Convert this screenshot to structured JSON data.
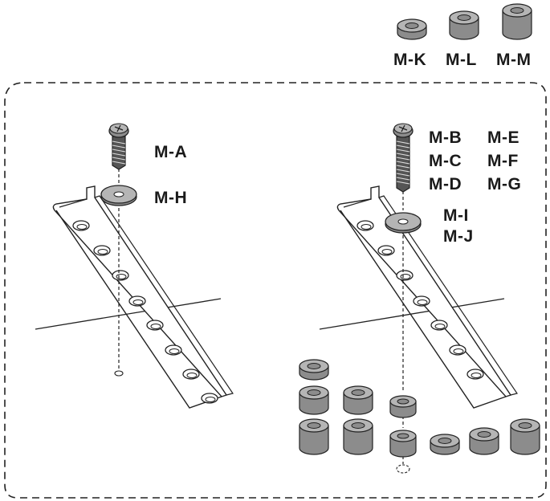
{
  "hardware_labels": {
    "spacer_small": "M-K",
    "spacer_medium": "M-L",
    "spacer_large": "M-M",
    "left_screw": "M-A",
    "left_washer": "M-H",
    "right_screw_col1": [
      "M-B",
      "M-C",
      "M-D"
    ],
    "right_screw_col2": [
      "M-E",
      "M-F",
      "M-G"
    ],
    "right_washers": [
      "M-I",
      "M-J"
    ]
  },
  "colors": {
    "part_fill": "#b5b5b5",
    "part_dark": "#8c8c8c",
    "line": "#222222",
    "background": "#ffffff"
  }
}
